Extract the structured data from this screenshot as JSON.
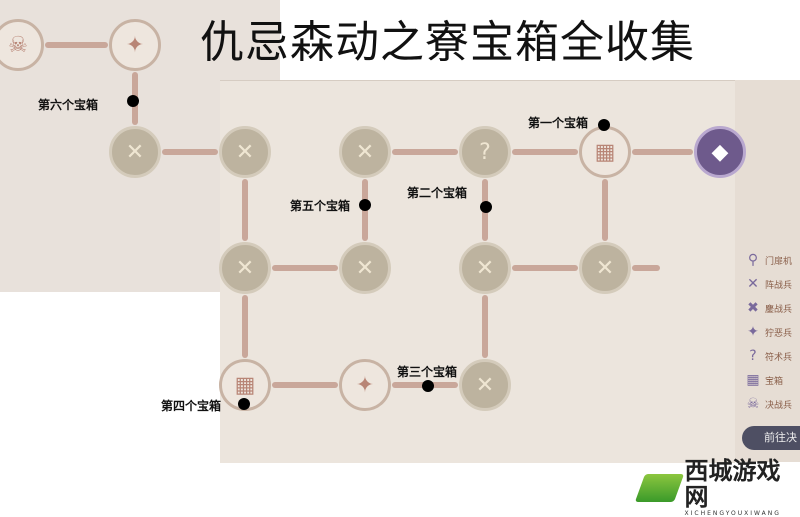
{
  "title": "仇忌森动之寮宝箱全收集",
  "chest_labels": [
    "第一个宝箱",
    "第二个宝箱",
    "第三个宝箱",
    "第四个宝箱",
    "第五个宝箱",
    "第六个宝箱"
  ],
  "legend": [
    {
      "icon": "door-mechanism-icon",
      "glyph": "⚲",
      "label": "门扉机"
    },
    {
      "icon": "crossed-swords-icon",
      "glyph": "✕",
      "label": "阵战兵"
    },
    {
      "icon": "crossed-swords-heavy-icon",
      "glyph": "✖",
      "label": "鏖战兵"
    },
    {
      "icon": "diamond-compass-icon",
      "glyph": "✦",
      "label": "狞恶兵"
    },
    {
      "icon": "question-icon",
      "glyph": "?",
      "label": "符术兵"
    },
    {
      "icon": "treasure-chest-icon",
      "glyph": "▦",
      "label": "宝箱"
    },
    {
      "icon": "boss-skull-icon",
      "glyph": "☠",
      "label": "决战兵"
    }
  ],
  "go_button": "前往决",
  "watermark": {
    "name": "西城游戏网",
    "sub": "XICHENGYOUXIWANG"
  },
  "colors": {
    "node": "#bdb39f",
    "connector": "#c9a79a",
    "boss": "#6e5a8c"
  }
}
